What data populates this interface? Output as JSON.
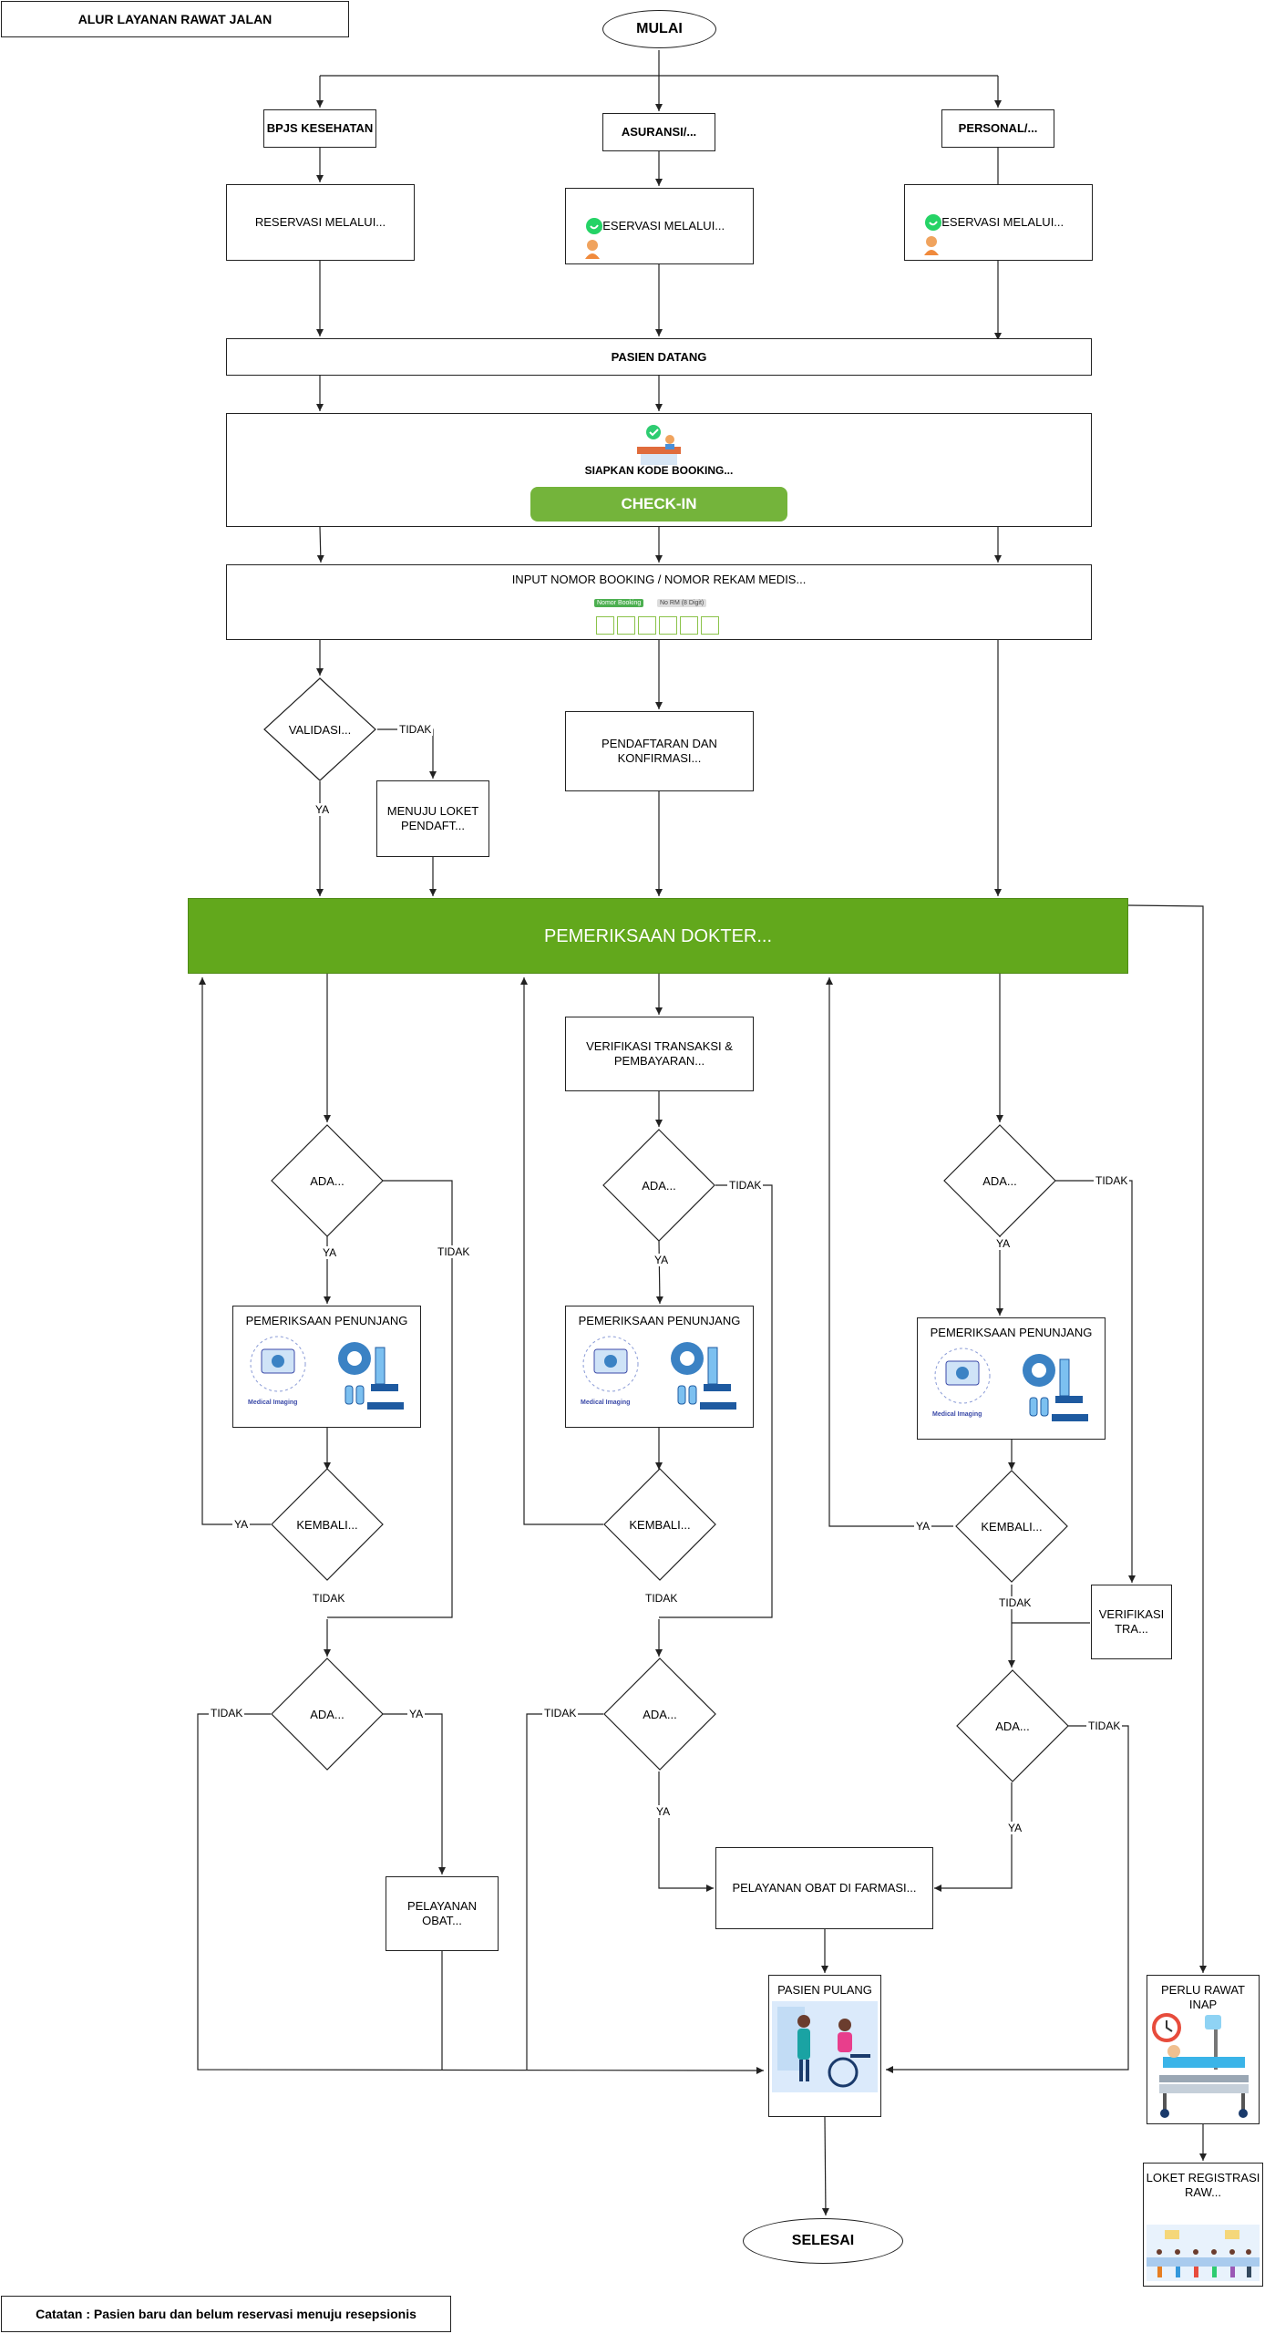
{
  "title": "ALUR LAYANAN RAWAT JALAN",
  "start": "MULAI",
  "end": "SELESAI",
  "note": "Catatan : Pasien baru dan belum reservasi menuju resepsionis",
  "payers": {
    "bpjs": "BPJS KESEHATAN",
    "asuransi": "ASURANSI/...",
    "personal": "PERSONAL/..."
  },
  "reservation": {
    "bpjs": "RESERVASI MELALUI...",
    "asuransi": "RESERVASI MELALUI...",
    "personal": "RESERVASI MELALUI..."
  },
  "arrival": "PASIEN DATANG",
  "booking": {
    "label": "SIAPKAN KODE BOOKING...",
    "button": "CHECK-IN"
  },
  "input": {
    "label": "INPUT NOMOR BOOKING / NOMOR REKAM MEDIS...",
    "tag_booking": "Nomor Booking",
    "tag_rm": "No RM (8 Digit)"
  },
  "validation": "VALIDASI...",
  "registration_confirm": "PENDAFTARAN DAN KONFIRMASI...",
  "registration_counter": "MENUJU LOKET PENDAFT...",
  "doctor": "PEMERIKSAAN DOKTER...",
  "verify_payment": "VERIFIKASI TRANSAKSI & PEMBAYARAN...",
  "verify_short": "VERIFIKASI TRA...",
  "check_exam": "ADA...",
  "support_exam": "PEMERIKSAAN PENUNJANG",
  "imaging_caption": "Medical Imaging",
  "return_check": "KEMBALI...",
  "check_meds": "ADA...",
  "pharmacy_left": "PELAYANAN OBAT...",
  "pharmacy_main": "PELAYANAN OBAT DI FARMASI...",
  "discharge": "PASIEN PULANG",
  "inpatient": "PERLU RAWAT INAP",
  "inpatient_counter": "LOKET REGISTRASI RAW...",
  "yes": "YA",
  "no": "TIDAK",
  "colors": {
    "green_main": "#62a81c",
    "green_button": "#74b43b",
    "line": "#222222"
  }
}
